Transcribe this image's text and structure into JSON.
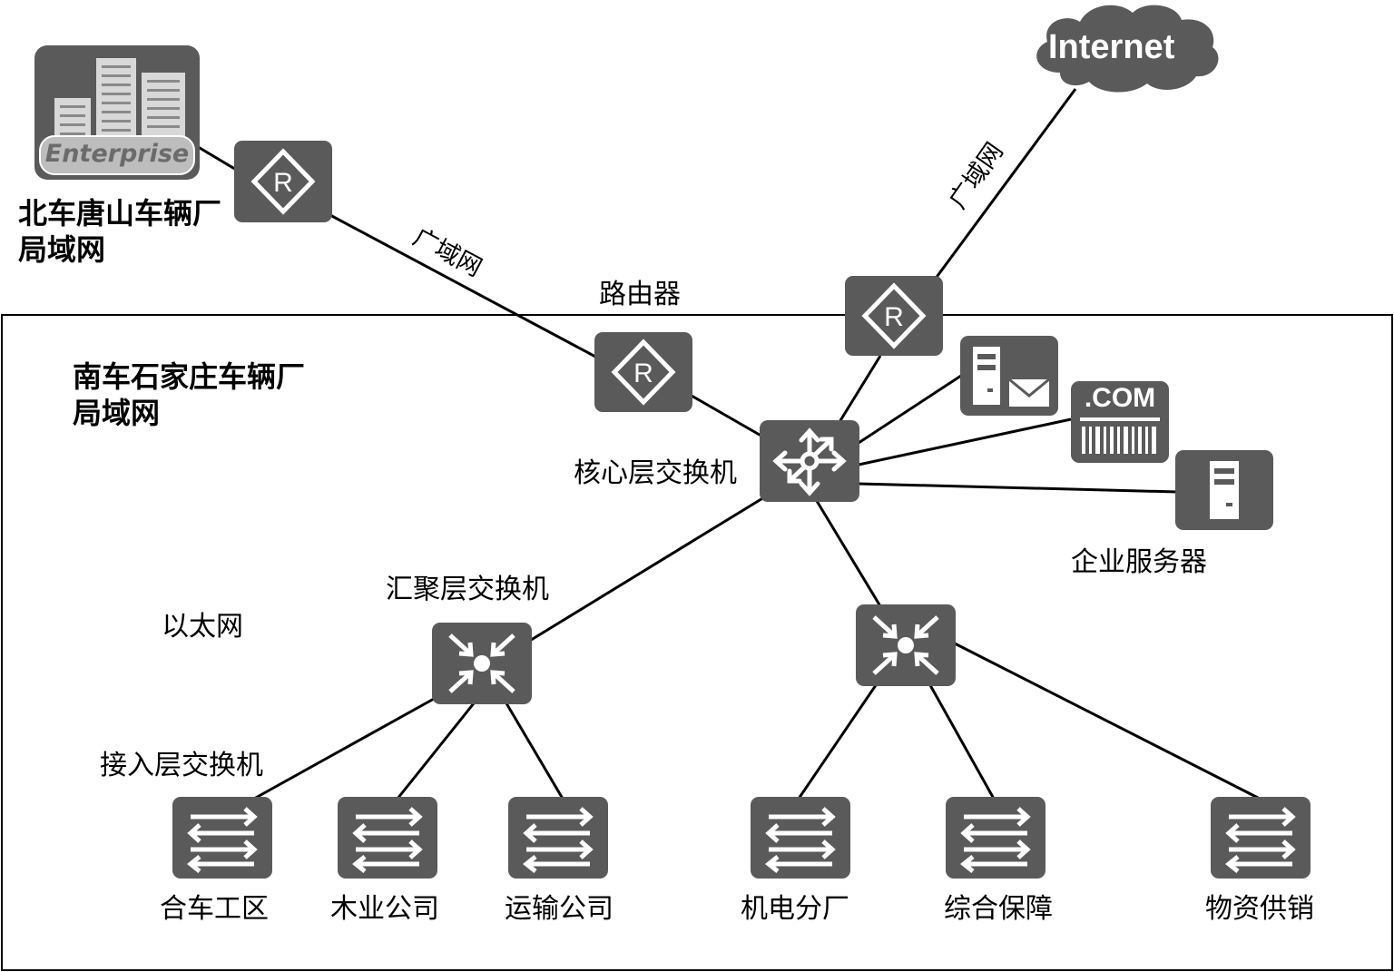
{
  "beijing_lan": {
    "line1": "北车唐山车辆厂",
    "line2": "局域网"
  },
  "enterprise_logo_text": "Enterprise",
  "internet_label": "Internet",
  "wan_label_left": "广域网",
  "wan_label_right": "广域网",
  "router_label": "路由器",
  "nanche_lan": {
    "line1": "南车石家庄车辆厂",
    "line2": "局域网"
  },
  "core_switch_label": "核心层交换机",
  "com_label": ".COM",
  "enterprise_server_label": "企业服务器",
  "aggregation_switch_label": "汇聚层交换机",
  "ethernet_label": "以太网",
  "access_switch_label": "接入层交换机",
  "access_switches": [
    {
      "label": "合车工区"
    },
    {
      "label": "木业公司"
    },
    {
      "label": "运输公司"
    },
    {
      "label": "机电分厂"
    },
    {
      "label": "综合保障"
    },
    {
      "label": "物资供销"
    }
  ],
  "colors": {
    "device_fill": "#5a5a5a",
    "device_stroke": "#3a3a3a",
    "line": "#000000",
    "icon": "#ffffff"
  }
}
